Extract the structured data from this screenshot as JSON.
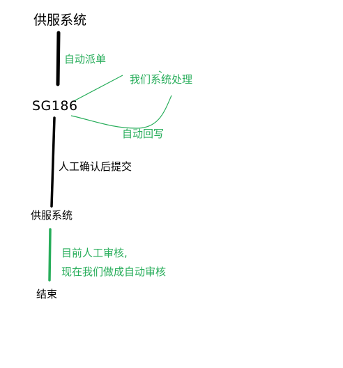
{
  "nodes": {
    "top_system": "供服系统",
    "sg186": "SG186",
    "middle_system": "供服系统",
    "end": "结束"
  },
  "labels": {
    "auto_dispatch": "自动派单",
    "our_system_processing": "我们系统处理",
    "auto_writeback": "自动回写",
    "manual_confirm_submit": "人工确认后提交",
    "note_line1": "目前人工审核,",
    "note_line2": "现在我们做成自动审核"
  },
  "colors": {
    "black_line": "#000000",
    "green": "#27ad5a"
  }
}
